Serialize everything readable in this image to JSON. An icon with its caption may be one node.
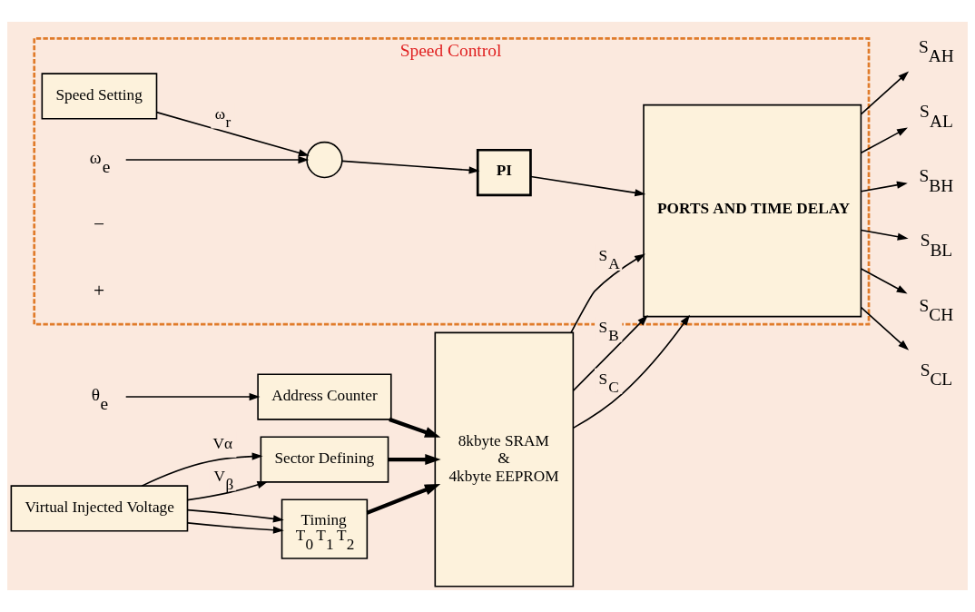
{
  "diagram": {
    "nodes": [
      {
        "text": [
          "Speed Control"
        ]
      },
      {
        "text": [
          "θ$_{e}$"
        ]
      },
      {
        "text": [
          "Address Counter"
        ]
      },
      {
        "text": [
          "Virtual Injected Voltage"
        ]
      },
      {
        "text": [
          "Sector Defining"
        ]
      },
      {
        "text": [
          "Timing",
          "T$_{0}$ T$_{1}$ T$_{2}$"
        ]
      },
      {
        "text": [
          "8kbyte SRAM",
          "&",
          "4kbyte EEPROM"
        ]
      },
      {
        "text": [
          "PORTS AND TIME DELAY"
        ],
        "in": 0
      },
      {
        "text": [
          "S$_{AH}$"
        ]
      },
      {
        "text": [
          "S$_{AL}$"
        ]
      },
      {
        "text": [
          "S$_{BH}$"
        ]
      },
      {
        "text": [
          "S$_{BL}$"
        ]
      },
      {
        "text": [
          "S$_{CH}$"
        ]
      },
      {
        "text": [
          "S$_{CL}$"
        ]
      },
      {
        "text": [
          "Speed Setting"
        ],
        "in": 0
      },
      {
        "text": [],
        "shape": "circle",
        "in": 0
      },
      {
        "text": [
          "PI"
        ],
        "in": 0
      },
      {
        "text": [
          "ω$_{e}$"
        ],
        "in": 0
      }
    ],
    "edges": [
      {
        "from": 1,
        "to": 2,
        "arrow": "to"
      },
      {
        "from": 2,
        "to": 6,
        "arrow": "to",
        "style": "thick"
      },
      {
        "from": 3,
        "to": 4,
        "arrow": "to",
        "label": "Vα"
      },
      {
        "from": 3,
        "to": 4,
        "arrow": "to",
        "label": "V$_{β}$"
      },
      {
        "from": 3,
        "to": 5,
        "arrow": "to"
      },
      {
        "from": 3,
        "to": 5,
        "arrow": "to"
      },
      {
        "from": 4,
        "to": 6,
        "arrow": "to",
        "style": "thick"
      },
      {
        "from": 5,
        "to": 6,
        "arrow": "to",
        "style": "thick"
      },
      {
        "from": 6,
        "to": 7,
        "arrow": "to",
        "label": "S$_{A}$"
      },
      {
        "from": 6,
        "to": 7,
        "arrow": "to",
        "label": "S$_{B}$"
      },
      {
        "from": 6,
        "to": 7,
        "arrow": "to",
        "label": "S$_{C}$"
      },
      {
        "from": 7,
        "to": 8,
        "arrow": "to"
      },
      {
        "from": 7,
        "to": 9,
        "arrow": "to"
      },
      {
        "from": 7,
        "to": 10,
        "arrow": "to"
      },
      {
        "from": 7,
        "to": 11,
        "arrow": "to"
      },
      {
        "from": 7,
        "to": 12,
        "arrow": "to"
      },
      {
        "from": 7,
        "to": 13,
        "arrow": "to"
      },
      {
        "from": 14,
        "to": 15,
        "arrow": "to",
        "label": "ω$_{r}$"
      },
      {
        "from": 17,
        "to": 15,
        "arrow": "to"
      },
      {
        "from": 15,
        "to": 16,
        "arrow": "to"
      },
      {
        "from": 16,
        "to": 7,
        "arrow": "to"
      }
    ],
    "labels": [
      "−",
      "+"
    ]
  }
}
